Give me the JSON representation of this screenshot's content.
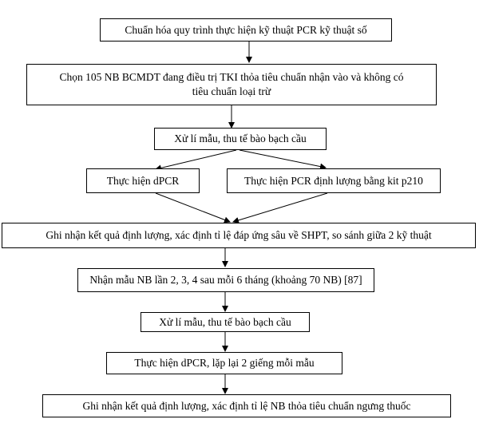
{
  "flowchart": {
    "steps": [
      {
        "id": "s1",
        "text": "Chuẩn hóa quy trình thực hiện kỹ thuật PCR kỹ thuật số"
      },
      {
        "id": "s2",
        "text": "Chọn 105 NB BCMDT  đang điều trị TKI thỏa tiêu chuẩn nhận vào và không có tiêu chuẩn loại trừ"
      },
      {
        "id": "s3",
        "text": "Xử lí mẫu, thu tế bào bạch cầu"
      },
      {
        "id": "s4a",
        "text": "Thực hiện dPCR"
      },
      {
        "id": "s4b",
        "text": "Thực hiện PCR định lượng bằng kit p210"
      },
      {
        "id": "s5",
        "text": "Ghi nhận kết quả định lượng, xác định tỉ lệ đáp ứng sâu về SHPT, so sánh giữa 2 kỹ thuật"
      },
      {
        "id": "s6",
        "text": "Nhận mẫu NB lần 2, 3, 4 sau mỗi 6 tháng (khoảng 70 NB) [87]"
      },
      {
        "id": "s7",
        "text": "Xử lí mẫu, thu tế bào bạch cầu"
      },
      {
        "id": "s8",
        "text": "Thực hiện dPCR, lặp lại 2 giếng mỗi mẫu"
      },
      {
        "id": "s9",
        "text": "Ghi nhận kết quả định lượng, xác định tỉ lệ NB thỏa tiêu chuẩn ngưng thuốc"
      }
    ]
  }
}
